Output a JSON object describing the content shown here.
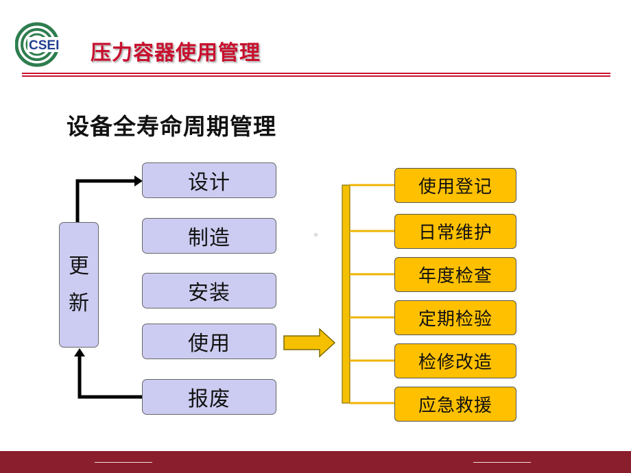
{
  "header": {
    "logo_text": "CSEI",
    "title": "压力容器使用管理"
  },
  "slide_title": "设备全寿命周期管理",
  "stages": [
    "设计",
    "制造",
    "安装",
    "使用",
    "报废"
  ],
  "renew": {
    "chars": [
      "更",
      "新"
    ]
  },
  "tasks": [
    "使用登记",
    "日常维护",
    "年度检查",
    "定期检验",
    "检修改造",
    "应急救援"
  ],
  "colors": {
    "brand_red": "#c8102e",
    "stage_fill": "#ccccf2",
    "task_fill": "#ffc000",
    "connector_gold": "#f0b400",
    "footer": "#8b1e2c"
  }
}
